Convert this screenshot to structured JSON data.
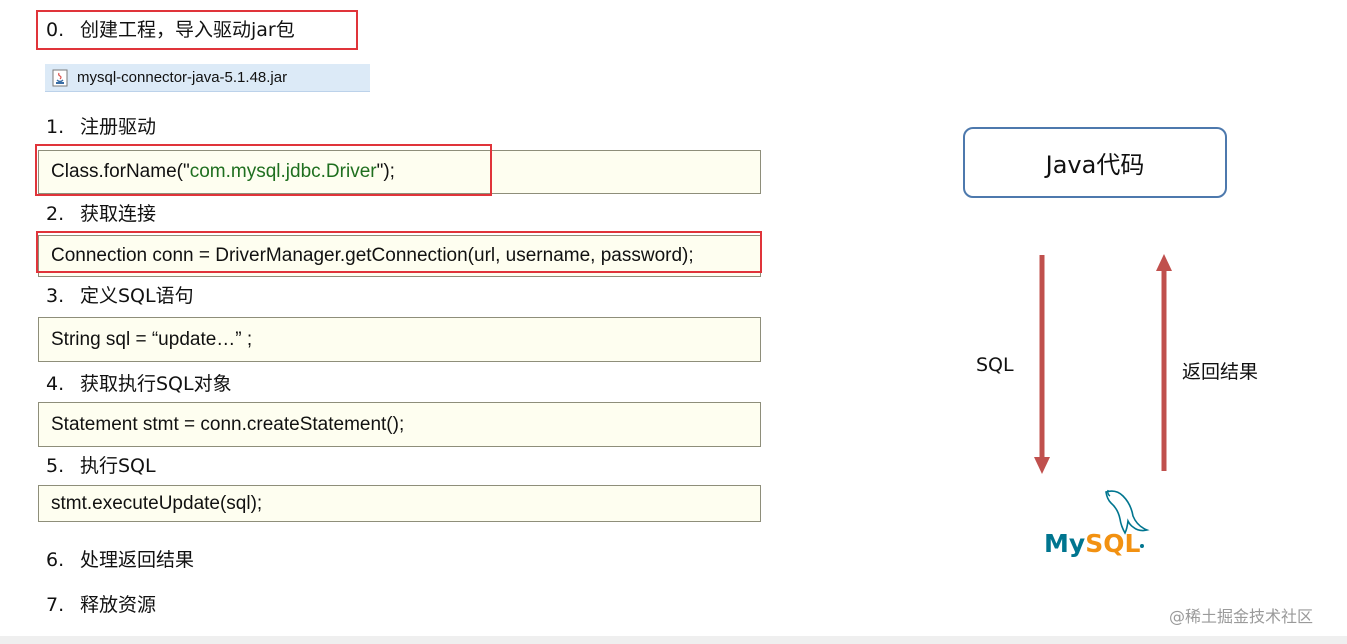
{
  "steps": [
    {
      "num": "0.",
      "label": "创建工程，导入驱动jar包"
    },
    {
      "num": "1.",
      "label": "注册驱动"
    },
    {
      "num": "2.",
      "label": "获取连接"
    },
    {
      "num": "3.",
      "label": "定义SQL语句"
    },
    {
      "num": "4.",
      "label": "获取执行SQL对象"
    },
    {
      "num": "5.",
      "label": "执行SQL"
    },
    {
      "num": "6.",
      "label": "处理返回结果"
    },
    {
      "num": "7.",
      "label": "释放资源"
    }
  ],
  "jar": {
    "filename": "mysql-connector-java-5.1.48.jar"
  },
  "code": {
    "register_prefix": "Class.forName(\"",
    "register_string": "com.mysql.jdbc.Driver",
    "register_suffix": "\");",
    "connection": "Connection conn = DriverManager.getConnection(url, username, password);",
    "sql": "String sql =  “update…” ;",
    "statement": "Statement stmt = conn.createStatement();",
    "execute": "stmt.executeUpdate(sql);"
  },
  "diagram": {
    "java_box": "Java代码",
    "down_label": "SQL",
    "up_label": "返回结果",
    "mysql_logo_text": "MySQL",
    "arrow_color": "#c0504d",
    "box_border_color": "#4d79ad"
  },
  "colors": {
    "highlight_red": "#e0343a",
    "code_bg": "#fefef0",
    "string_green": "#1f6f1f",
    "mysql_blue": "#00758f",
    "mysql_orange": "#f29111"
  },
  "watermark": "@稀土掘金技术社区"
}
